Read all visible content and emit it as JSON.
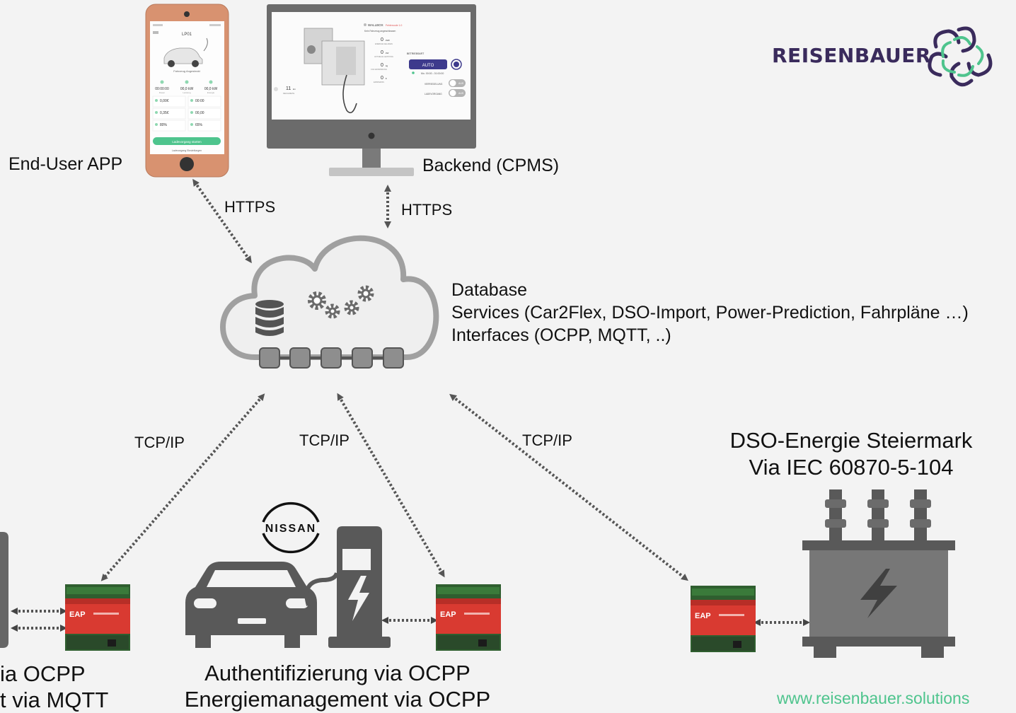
{
  "brand": {
    "name": "REISENBAUER",
    "url": "www.reisenbauer.solutions"
  },
  "labels": {
    "end_user_app": "End-User APP",
    "backend": "Backend (CPMS)",
    "https_app": "HTTPS",
    "https_backend": "HTTPS",
    "cloud_lines": [
      "Database",
      "Services (Car2Flex, DSO-Import, Power-Prediction, Fahrpläne …)",
      "Interfaces (OCPP, MQTT, ..)"
    ],
    "tcp_left": "TCP/IP",
    "tcp_mid": "TCP/IP",
    "tcp_right": "TCP/IP",
    "dso_lines": [
      "DSO-Energie Steiermark",
      "Via IEC 60870-5-104"
    ],
    "left_bottom_lines": [
      "ia OCPP",
      "t via MQTT"
    ],
    "mid_bottom_lines": [
      "Authentifizierung via OCPP",
      "Energiemanagement via OCPP"
    ],
    "nissan": "NISSAN"
  },
  "phone_app": {
    "title": "LP01",
    "status": "Fahrzeug Angesteckt",
    "metrics": [
      {
        "value": "00:00:00",
        "label": "Dauer"
      },
      {
        "value": "00,0 kW",
        "label": "Leistung"
      },
      {
        "value": "00,0 kW",
        "label": "Energie"
      }
    ],
    "rows": [
      [
        "0,00€",
        "00:00"
      ],
      [
        "0,35€",
        "00,00"
      ],
      [
        "80%",
        "65%"
      ]
    ],
    "start_button": "Ladevorgang starten",
    "settings_link": "Ladevorgang Einstellungen"
  },
  "monitor_app": {
    "device": "WALLBOX",
    "device_tag": "Fehlercode 1.0",
    "connected": "Kein Fahrzeug angeschlossen",
    "readouts": [
      {
        "value": "0",
        "unit": "kWh",
        "label": "ENERGIE GELADEN"
      },
      {
        "value": "0",
        "unit": "kW",
        "label": "AKTUELLE LEISTUNG"
      },
      {
        "value": "0",
        "unit": "kg",
        "label": "CO2 EINSPARUNG"
      },
      {
        "value": "0",
        "unit": "€",
        "label": "ERSPARNIS"
      }
    ],
    "range": {
      "value": "11",
      "unit": "km",
      "label": "REICHWEITE"
    },
    "mode_header": "BETRIEBSART",
    "mode_button": "AUTO",
    "schedule": "Mo. 00:00 - 01:00:00",
    "toggles": [
      "VERRIEGELUNG",
      "LADEVORGANG"
    ],
    "toggle_state": "AUS"
  },
  "colors": {
    "accent_green": "#4ec48d",
    "brand_purple": "#3a2b5c",
    "phone_copper": "#d89270",
    "controller_red": "#d93a31",
    "arrow_dotted": "#555555",
    "icon_gray": "#595959"
  }
}
